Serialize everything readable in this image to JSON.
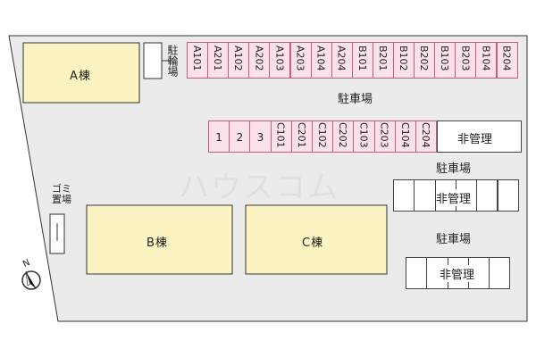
{
  "colors": {
    "site_fill": "#ebebeb",
    "building_fill": "#fbf4c2",
    "parking_pink": "#fbe2e9",
    "parking_border": "#d26a86",
    "outline": "#333333"
  },
  "buildings": {
    "a": "A棟",
    "b": "B棟",
    "c": "C棟"
  },
  "bike_parking": "駐輪場",
  "garbage": "ゴミ置場",
  "parking_labels": [
    "駐車場",
    "駐車場",
    "駐車場"
  ],
  "unmanaged_labels": [
    "非管理",
    "非管理",
    "非管理"
  ],
  "row1_stalls": [
    "A101",
    "A201",
    "A102",
    "A202",
    "A103",
    "A203",
    "A104",
    "A204",
    "B101",
    "B201",
    "B102",
    "B202",
    "B103",
    "B203",
    "B104",
    "B204"
  ],
  "row2_stalls": [
    "1",
    "2",
    "3",
    "C101",
    "C201",
    "C102",
    "C202",
    "C103",
    "C203",
    "C104",
    "C204"
  ],
  "watermark": "ハウスコム",
  "north": "N"
}
